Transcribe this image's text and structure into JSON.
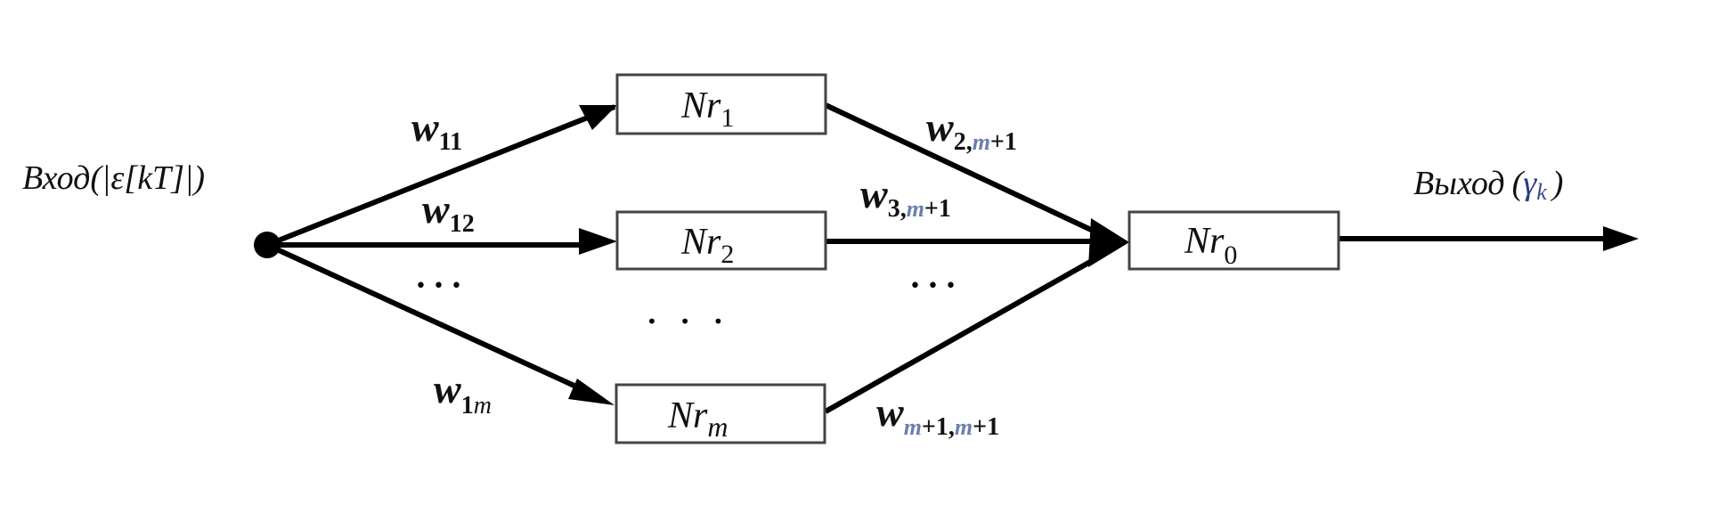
{
  "input_label": {
    "prefix": "Вход",
    "expr": "(|ε[kT]|)"
  },
  "output_label": {
    "prefix": "Выход",
    "expr_open": "(",
    "gamma": "γ",
    "k": "k",
    "expr_close": ")"
  },
  "neurons": [
    {
      "base": "Nr",
      "sub": "1"
    },
    {
      "base": "Nr",
      "sub": "2"
    },
    {
      "base": "Nr",
      "sub": "m"
    },
    {
      "base": "Nr",
      "sub": "0"
    }
  ],
  "weights": {
    "w11": {
      "base": "w",
      "sub": "11"
    },
    "w12": {
      "base": "w",
      "sub": "12"
    },
    "w1m": {
      "base": "w",
      "sub1": "1",
      "sub2": "m"
    },
    "w2": {
      "base": "w",
      "a": "2,",
      "m": "m",
      "b": "+1"
    },
    "w3": {
      "base": "w",
      "a": "3,",
      "m": "m",
      "b": "+1"
    },
    "wm": {
      "base": "w",
      "m1": "m",
      "a": "+1,",
      "m2": "m",
      "b": "+1"
    }
  },
  "ellipsis": "• • •",
  "ellipsis_wide": "•    •    •",
  "colors": {
    "line": "#000000",
    "box_border": "#444444",
    "sub_m": "#6a7fb0"
  }
}
